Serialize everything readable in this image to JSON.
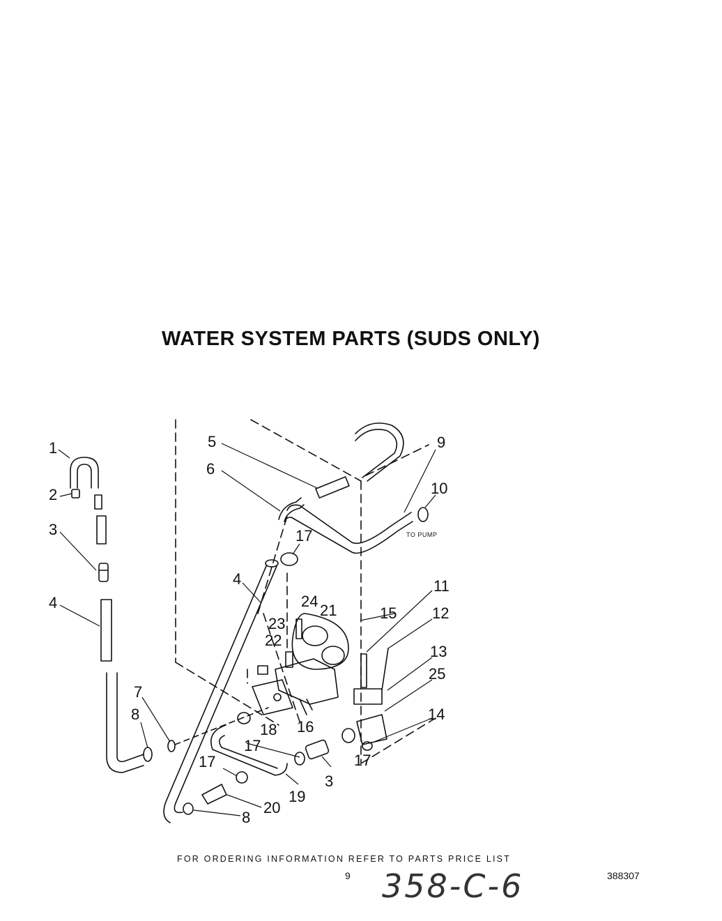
{
  "title": "WATER SYSTEM PARTS (SUDS ONLY)",
  "footer_note": "FOR ORDERING INFORMATION REFER TO PARTS PRICE LIST",
  "page_number": "9",
  "document_number": "388307",
  "handwritten_code": "358-C-6",
  "pump_note": "TO PUMP",
  "callouts": [
    "1",
    "2",
    "3",
    "4",
    "5",
    "6",
    "9",
    "10",
    "17",
    "4",
    "11",
    "24",
    "21",
    "15",
    "12",
    "23",
    "22",
    "13",
    "25",
    "7",
    "8",
    "18",
    "16",
    "14",
    "17",
    "3",
    "17",
    "17",
    "19",
    "20",
    "8"
  ]
}
